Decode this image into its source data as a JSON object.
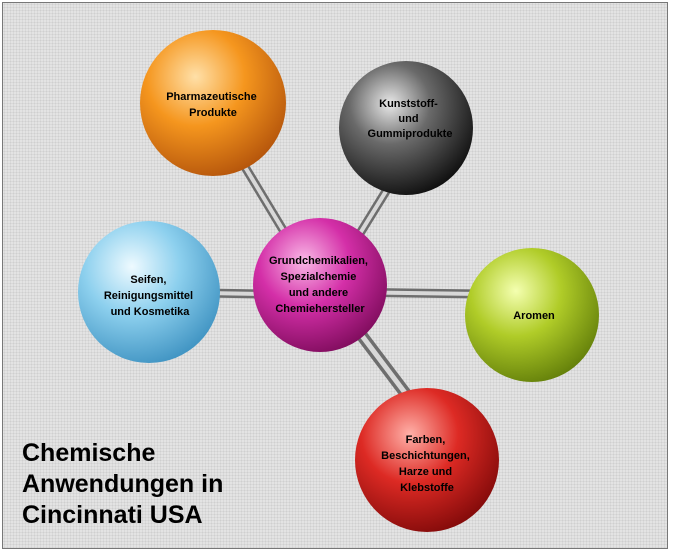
{
  "caption": {
    "lines": [
      "Chemische",
      "Anwendungen in",
      "Cincinnati USA"
    ]
  },
  "colors": {
    "center": "#c8229a",
    "pharma": "#f08a10",
    "kunststoff": "#2a2a2a",
    "seifen": "#7fc8e8",
    "aromen": "#a8c41c",
    "farben": "#d42020",
    "connector": "#8a8a8a"
  },
  "nodes": {
    "center": {
      "lines": [
        "Grundchemikalien,",
        "Spezialchemie",
        "und andere",
        "Chemiehersteller"
      ]
    },
    "pharma": {
      "lines": [
        "Pharmazeutische",
        "Produkte"
      ]
    },
    "kunststoff": {
      "lines": [
        "Kunststoff-",
        "und",
        "Gummiprodukte"
      ]
    },
    "seifen": {
      "lines": [
        "Seifen,",
        "Reinigungsmittel",
        "und Kosmetika"
      ]
    },
    "aromen": {
      "lines": [
        "Aromen"
      ]
    },
    "farben": {
      "lines": [
        "Farben,",
        "Beschichtungen,",
        "Harze und",
        "Klebstoffe"
      ]
    }
  }
}
